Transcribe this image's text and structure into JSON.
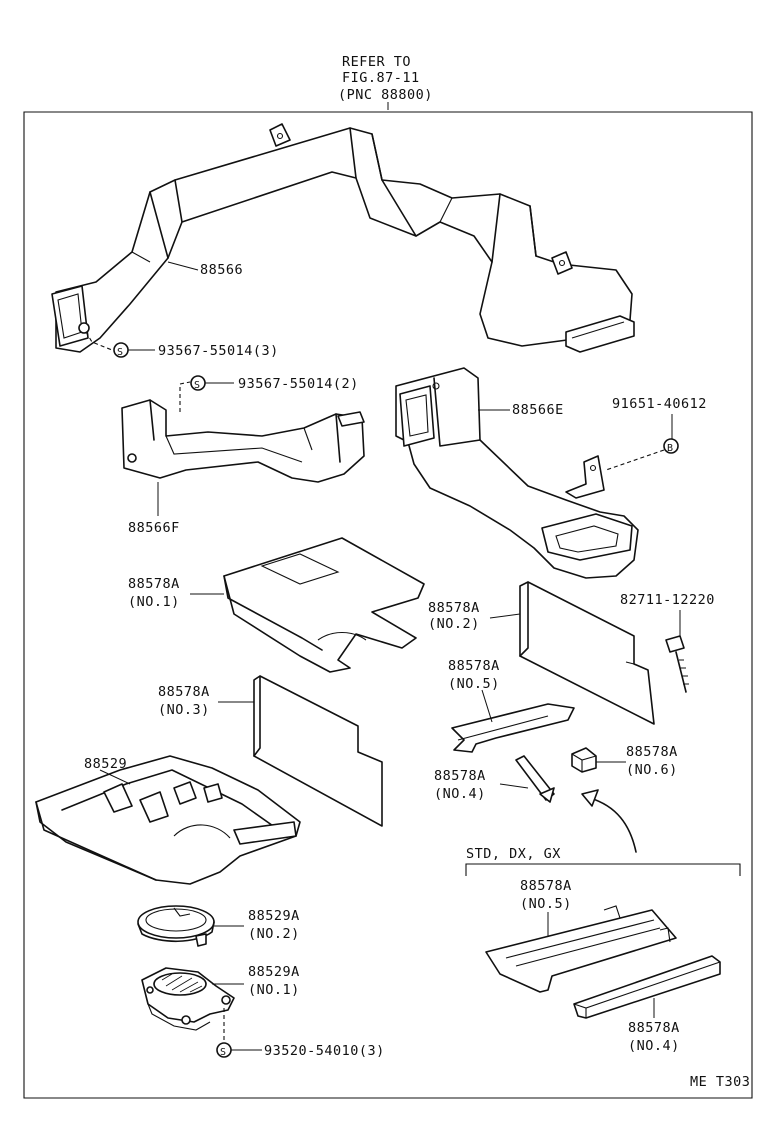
{
  "refer_note": {
    "line1": "REFER TO",
    "line2": "FIG.87-11",
    "line3": "(PNC 88800)"
  },
  "variant_group": "STD, DX, GX",
  "footer_code": "ME T303",
  "labels": {
    "p88566": "88566",
    "screw1": "93567-55014(3)",
    "screw2": "93567-55014(2)",
    "p88566E": "88566E",
    "bolt": "91651-40612",
    "p88566F": "88566F",
    "p88578A_1": {
      "part": "88578A",
      "sub": "(NO.1)"
    },
    "p88578A_2": {
      "part": "88578A",
      "sub": "(NO.2)"
    },
    "clip": "82711-12220",
    "p88578A_5": {
      "part": "88578A",
      "sub": "(NO.5)"
    },
    "p88578A_3": {
      "part": "88578A",
      "sub": "(NO.3)"
    },
    "p88529": "88529",
    "p88578A_6": {
      "part": "88578A",
      "sub": "(NO.6)"
    },
    "p88578A_4": {
      "part": "88578A",
      "sub": "(NO.4)"
    },
    "std_88578A_5": {
      "part": "88578A",
      "sub": "(NO.5)"
    },
    "p88529A_2": {
      "part": "88529A",
      "sub": "(NO.2)"
    },
    "p88529A_1": {
      "part": "88529A",
      "sub": "(NO.1)"
    },
    "std_88578A_4": {
      "part": "88578A",
      "sub": "(NO.4)"
    },
    "screw3": "93520-54010(3)"
  },
  "symbols": {
    "screw_marker": "S",
    "bolt_marker": "B"
  }
}
